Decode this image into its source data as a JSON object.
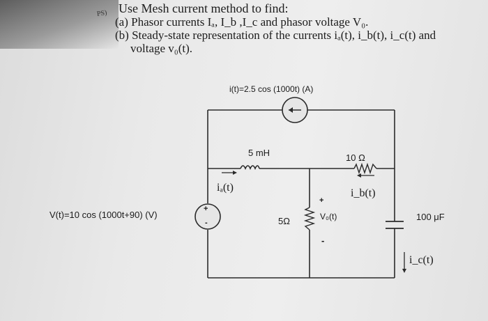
{
  "question": {
    "number": "PS)",
    "title": "Use Mesh current method to find:",
    "part_a": "(a) Phasor currents Iₐ, I_b ,I_c and phasor voltage V₀.",
    "part_b_line1": "(b) Steady-state representation of the currents iₐ(t), i_b(t), i_c(t) and",
    "part_b_line2": "voltage v₀(t)."
  },
  "circuit": {
    "current_source": "i(t)=2.5 cos (1000t) (A)",
    "voltage_source": "V(t)=10 cos (1000t+90) (V)",
    "inductor": "5 mH",
    "resistor_top": "10 Ω",
    "resistor_middle": "5Ω",
    "capacitor": "100 μF",
    "vo_label": "V₀(t)",
    "vo_plus": "+",
    "vo_minus": "-",
    "ia_label": "iₐ(t)",
    "ib_label": "i_b(t)",
    "ic_label": "i_c(t)",
    "vsrc_plus": "+",
    "vsrc_minus": "-"
  },
  "colors": {
    "ink": "#1c1c1c",
    "wire": "#2a2a2a"
  }
}
